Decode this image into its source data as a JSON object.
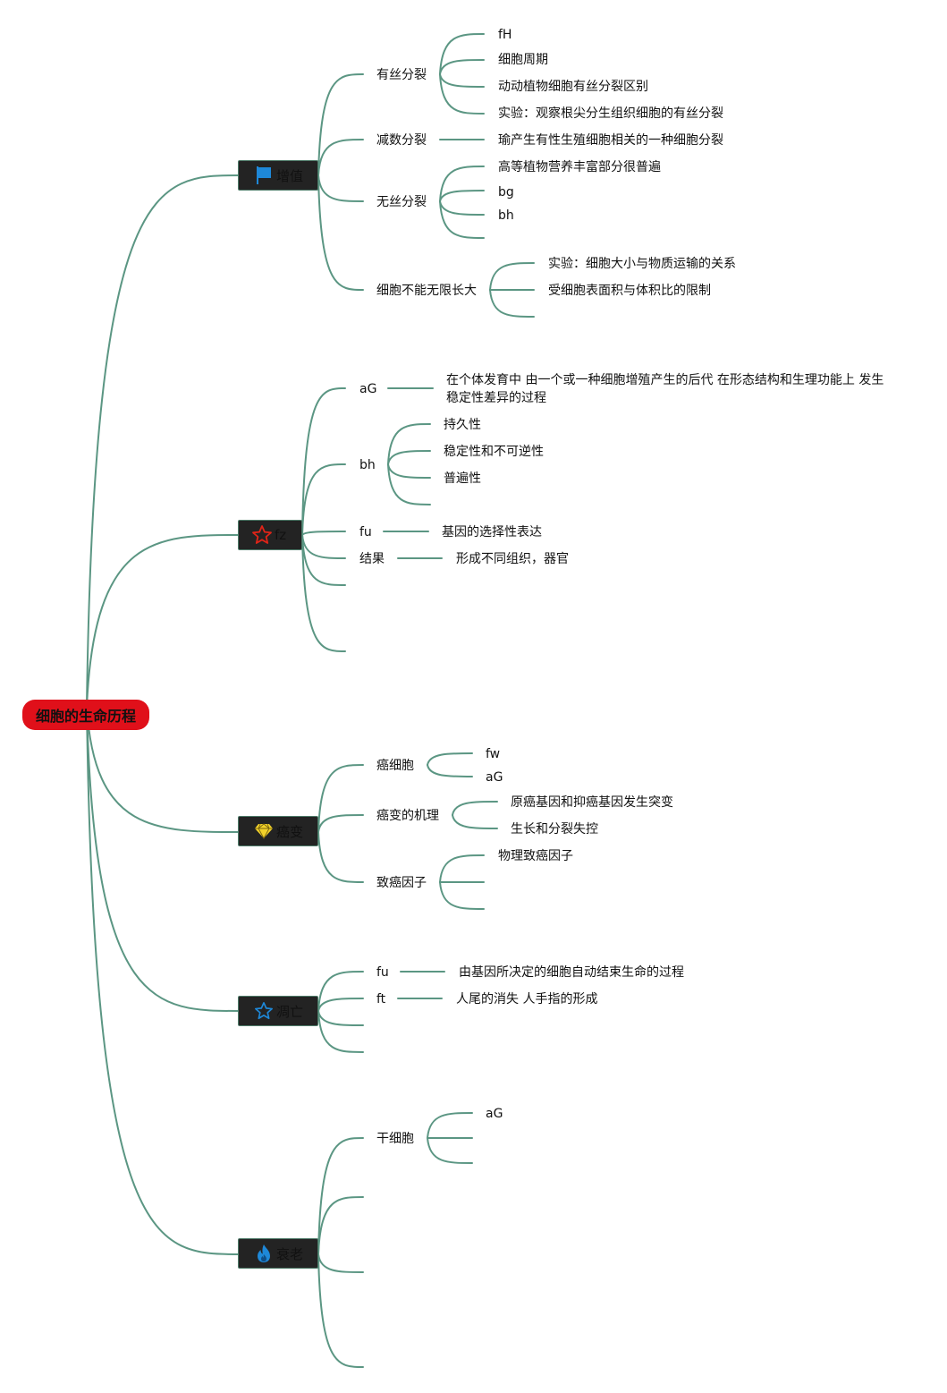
{
  "root": "细胞的生命历程",
  "branches": {
    "proliferation": {
      "label": "增值",
      "icon": "flag-icon",
      "children": {
        "mitosis": {
          "label": "有丝分裂",
          "items": [
            "fH",
            "细胞周期",
            "动动植物细胞有丝分裂区别",
            "实验：观察根尖分生组织细胞的有丝分裂"
          ]
        },
        "meiosis": {
          "label": "减数分裂",
          "items": [
            "瑜产生有性生殖细胞相关的一种细胞分裂"
          ]
        },
        "amitosis": {
          "label": "无丝分裂",
          "items": [
            "高等植物营养丰富部分很普遍",
            "bg",
            "bh"
          ]
        },
        "size_limit": {
          "label": "细胞不能无限长大",
          "items": [
            "实验：细胞大小与物质运输的关系",
            "受细胞表面积与体积比的限制"
          ]
        }
      }
    },
    "differentiation": {
      "label": "fz",
      "icon": "star-outline-icon",
      "children": {
        "ag": {
          "label": "aG",
          "items": [
            "在个体发育中 由一个或一种细胞增殖产生的后代 在形态结构和生理功能上 发生稳定性差异的过程"
          ]
        },
        "bh": {
          "label": "bh",
          "items": [
            "持久性",
            "稳定性和不可逆性",
            "普遍性"
          ]
        },
        "fu": {
          "label": "fu",
          "items": [
            "基因的选择性表达"
          ]
        },
        "result": {
          "label": "结果",
          "items": [
            "形成不同组织，器官"
          ]
        }
      }
    },
    "cancer": {
      "label": "癌变",
      "icon": "diamond-icon",
      "children": {
        "cancer_cell": {
          "label": "癌细胞",
          "items": [
            "fw",
            "aG"
          ]
        },
        "mechanism": {
          "label": "癌变的机理",
          "items": [
            "原癌基因和抑癌基因发生突变",
            "生长和分裂失控"
          ]
        },
        "carcinogens": {
          "label": "致癌因子",
          "items": [
            "物理致癌因子"
          ]
        }
      }
    },
    "apoptosis": {
      "label": "凋亡",
      "icon": "star-icon",
      "children": {
        "fu": {
          "label": "fu",
          "items": [
            "由基因所决定的细胞自动结束生命的过程"
          ]
        },
        "ft": {
          "label": "ft",
          "items": [
            "人尾的消失 人手指的形成"
          ]
        }
      }
    },
    "aging": {
      "label": "衰老",
      "icon": "flame-icon",
      "children": {
        "stem_cell": {
          "label": "干细胞",
          "items": [
            "aG"
          ]
        }
      }
    }
  },
  "colors": {
    "root_fill": "#e0101a",
    "branch_fill": "#232323",
    "connector": "#5b9683",
    "flag_icon": "#1e88d8",
    "star_outline_icon": "#e02418",
    "diamond_icon": "#f2d22a",
    "star_icon": "#1e88d8",
    "flame_icon": "#1e88d8"
  }
}
